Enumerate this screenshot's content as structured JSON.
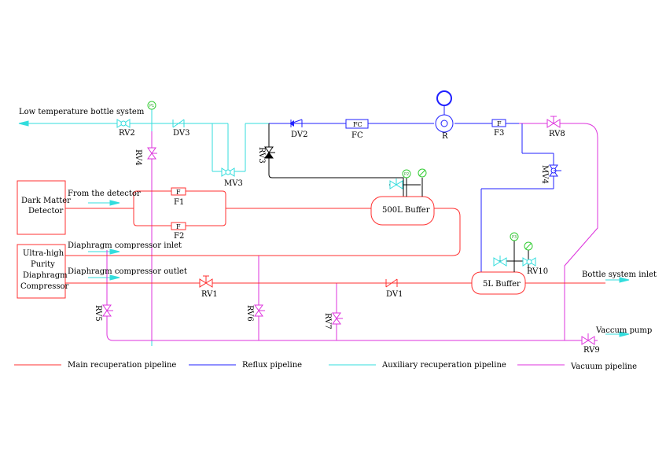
{
  "colors": {
    "main": "#ff3030",
    "reflux": "#2020ff",
    "auxiliary": "#33dddd",
    "vacuum": "#dd33dd",
    "gauge": "#33cc33",
    "outline": "#000000"
  },
  "labels": {
    "low_temp_bottle": "Low temperature bottle system",
    "from_detector": "From the detector",
    "diaphragm_inlet": "Diaphragm compressor inlet",
    "diaphragm_outlet": "Diaphragm compressor outlet",
    "bottle_system_inlet": "Bottle system inlet",
    "vaccum_pump": "Vaccum pump"
  },
  "boxes": {
    "detector_line1": "Dark Matter",
    "detector_line2": "Detector",
    "compressor_line1": "Ultra-high",
    "compressor_line2": "Purity",
    "compressor_line3": "Diaphragm",
    "compressor_line4": "Compressor"
  },
  "buffers": {
    "buffer_500": "500L Buffer",
    "buffer_5": "5L Buffer"
  },
  "valves": {
    "rv1": "RV1",
    "rv2": "RV2",
    "rv3": "RV3",
    "rv4": "RV4",
    "rv5": "RV5",
    "rv6": "RV6",
    "rv7": "RV7",
    "rv8": "RV8",
    "rv9": "RV9",
    "rv10": "RV10",
    "mv3": "MV3",
    "mv4": "MV4",
    "dv1": "DV1",
    "dv2": "DV2",
    "dv3": "DV3"
  },
  "components": {
    "f1": "F1",
    "f2": "F2",
    "f3": "F3",
    "fc": "FC",
    "r": "R",
    "f_box": "F",
    "fc_box": "FC"
  },
  "gauges": {
    "p1": "P1",
    "p2": "P2",
    "p3": "P3"
  },
  "legend": {
    "main": "Main recuperation pipeline",
    "reflux": "Reflux pipeline",
    "auxiliary": "Auxiliary recuperation pipeline",
    "vacuum": "Vacuum pipeline"
  }
}
